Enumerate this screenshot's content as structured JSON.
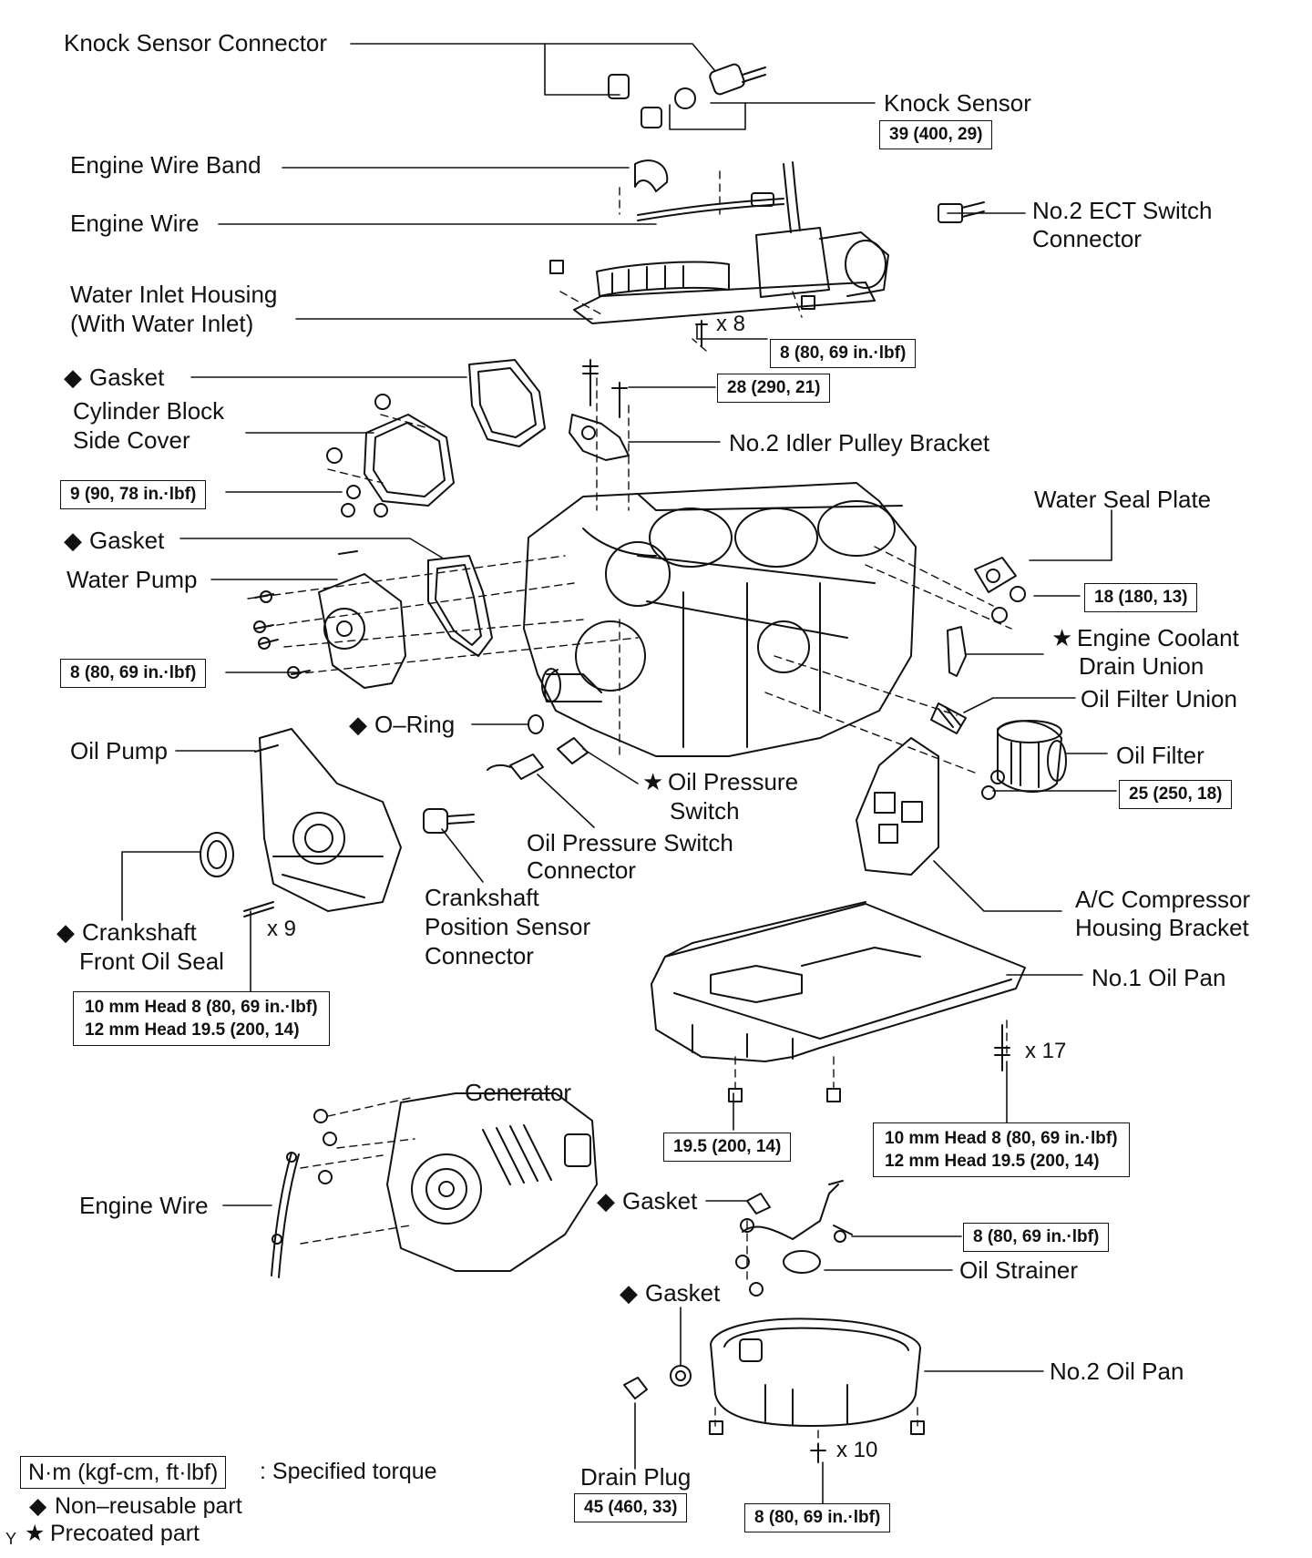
{
  "labels": {
    "knock_sensor_connector": "Knock Sensor Connector",
    "knock_sensor": "Knock Sensor",
    "engine_wire_band": "Engine Wire Band",
    "engine_wire_top": "Engine Wire",
    "no2_ect_switch_connector_l1": "No.2 ECT Switch",
    "no2_ect_switch_connector_l2": "Connector",
    "water_inlet_housing_l1": "Water Inlet Housing",
    "water_inlet_housing_l2": "(With Water Inlet)",
    "gasket_side_cover": "Gasket",
    "cylinder_block_side_cover_l1": "Cylinder Block",
    "cylinder_block_side_cover_l2": "Side Cover",
    "no2_idler_pulley_bracket": "No.2 Idler Pulley Bracket",
    "water_seal_plate": "Water Seal Plate",
    "gasket_water_pump": "Gasket",
    "water_pump": "Water Pump",
    "engine_coolant_drain_union_l1": "Engine Coolant",
    "engine_coolant_drain_union_l2": "Drain Union",
    "oil_filter_union": "Oil Filter Union",
    "o_ring": "O–Ring",
    "oil_pump": "Oil Pump",
    "oil_filter": "Oil Filter",
    "oil_pressure_switch_l1": "Oil Pressure",
    "oil_pressure_switch_l2": "Switch",
    "oil_pressure_switch_connector_l1": "Oil Pressure Switch",
    "oil_pressure_switch_connector_l2": "Connector",
    "crankshaft_position_sensor_connector_l1": "Crankshaft",
    "crankshaft_position_sensor_connector_l2": "Position Sensor",
    "crankshaft_position_sensor_connector_l3": "Connector",
    "ac_compressor_housing_bracket_l1": "A/C Compressor",
    "ac_compressor_housing_bracket_l2": "Housing Bracket",
    "crankshaft_front_oil_seal_l1": "Crankshaft",
    "crankshaft_front_oil_seal_l2": "Front Oil Seal",
    "no1_oil_pan": "No.1 Oil Pan",
    "generator": "Generator",
    "engine_wire_bottom": "Engine Wire",
    "gasket_oil_strainer": "Gasket",
    "oil_strainer": "Oil Strainer",
    "gasket_drain_plug": "Gasket",
    "no2_oil_pan": "No.2 Oil Pan",
    "drain_plug": "Drain Plug"
  },
  "multipliers": {
    "water_inlet_bolts": "x 8",
    "oil_pump_bolts": "x 9",
    "oil_pan1_bolts": "x 17",
    "oil_pan2_bolts": "x 10"
  },
  "torques": {
    "knock_sensor": "39 (400, 29)",
    "water_inlet": "8 (80, 69 in.·lbf)",
    "idler_bracket": "28 (290, 21)",
    "side_cover": "9 (90, 78 in.·lbf)",
    "water_seal_plate": "18 (180, 13)",
    "water_pump": "8 (80, 69 in.·lbf)",
    "ac_bracket": "25 (250, 18)",
    "oil_pump_l1": "10 mm Head 8 (80, 69 in.·lbf)",
    "oil_pump_l2": "12 mm Head 19.5 (200, 14)",
    "oil_pan1_nut": "19.5 (200, 14)",
    "oil_pan1_l1": "10 mm Head 8 (80, 69 in.·lbf)",
    "oil_pan1_l2": "12 mm Head 19.5 (200, 14)",
    "oil_strainer": "8 (80, 69 in.·lbf)",
    "drain_plug": "45 (460, 33)",
    "oil_pan2": "8 (80, 69 in.·lbf)"
  },
  "symbols": {
    "non_reusable": "◆",
    "precoated": "★"
  },
  "legend": {
    "torque_unit": "N·m (kgf-cm, ft·lbf)",
    "torque_desc": ": Specified torque",
    "non_reusable": "Non–reusable part",
    "precoated": "Precoated part",
    "corner_mark": "Y"
  },
  "colors": {
    "ink": "#111111",
    "background": "#ffffff"
  }
}
